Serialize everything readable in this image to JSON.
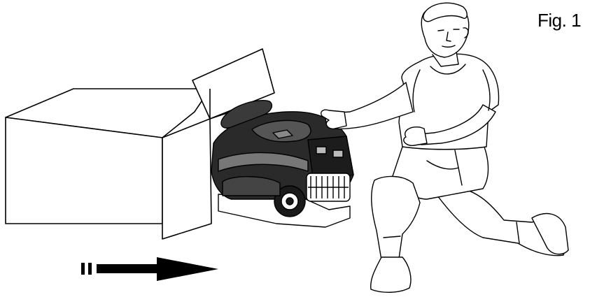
{
  "figure": {
    "label": "Fig. 1"
  },
  "illustration": {
    "subject": "pool-cleaner-robot-unboxing",
    "arrow_direction": "right"
  },
  "colors": {
    "line": "#000000",
    "background": "#ffffff",
    "robot_dark": "#1a1a1a",
    "robot_mid": "#555555"
  }
}
